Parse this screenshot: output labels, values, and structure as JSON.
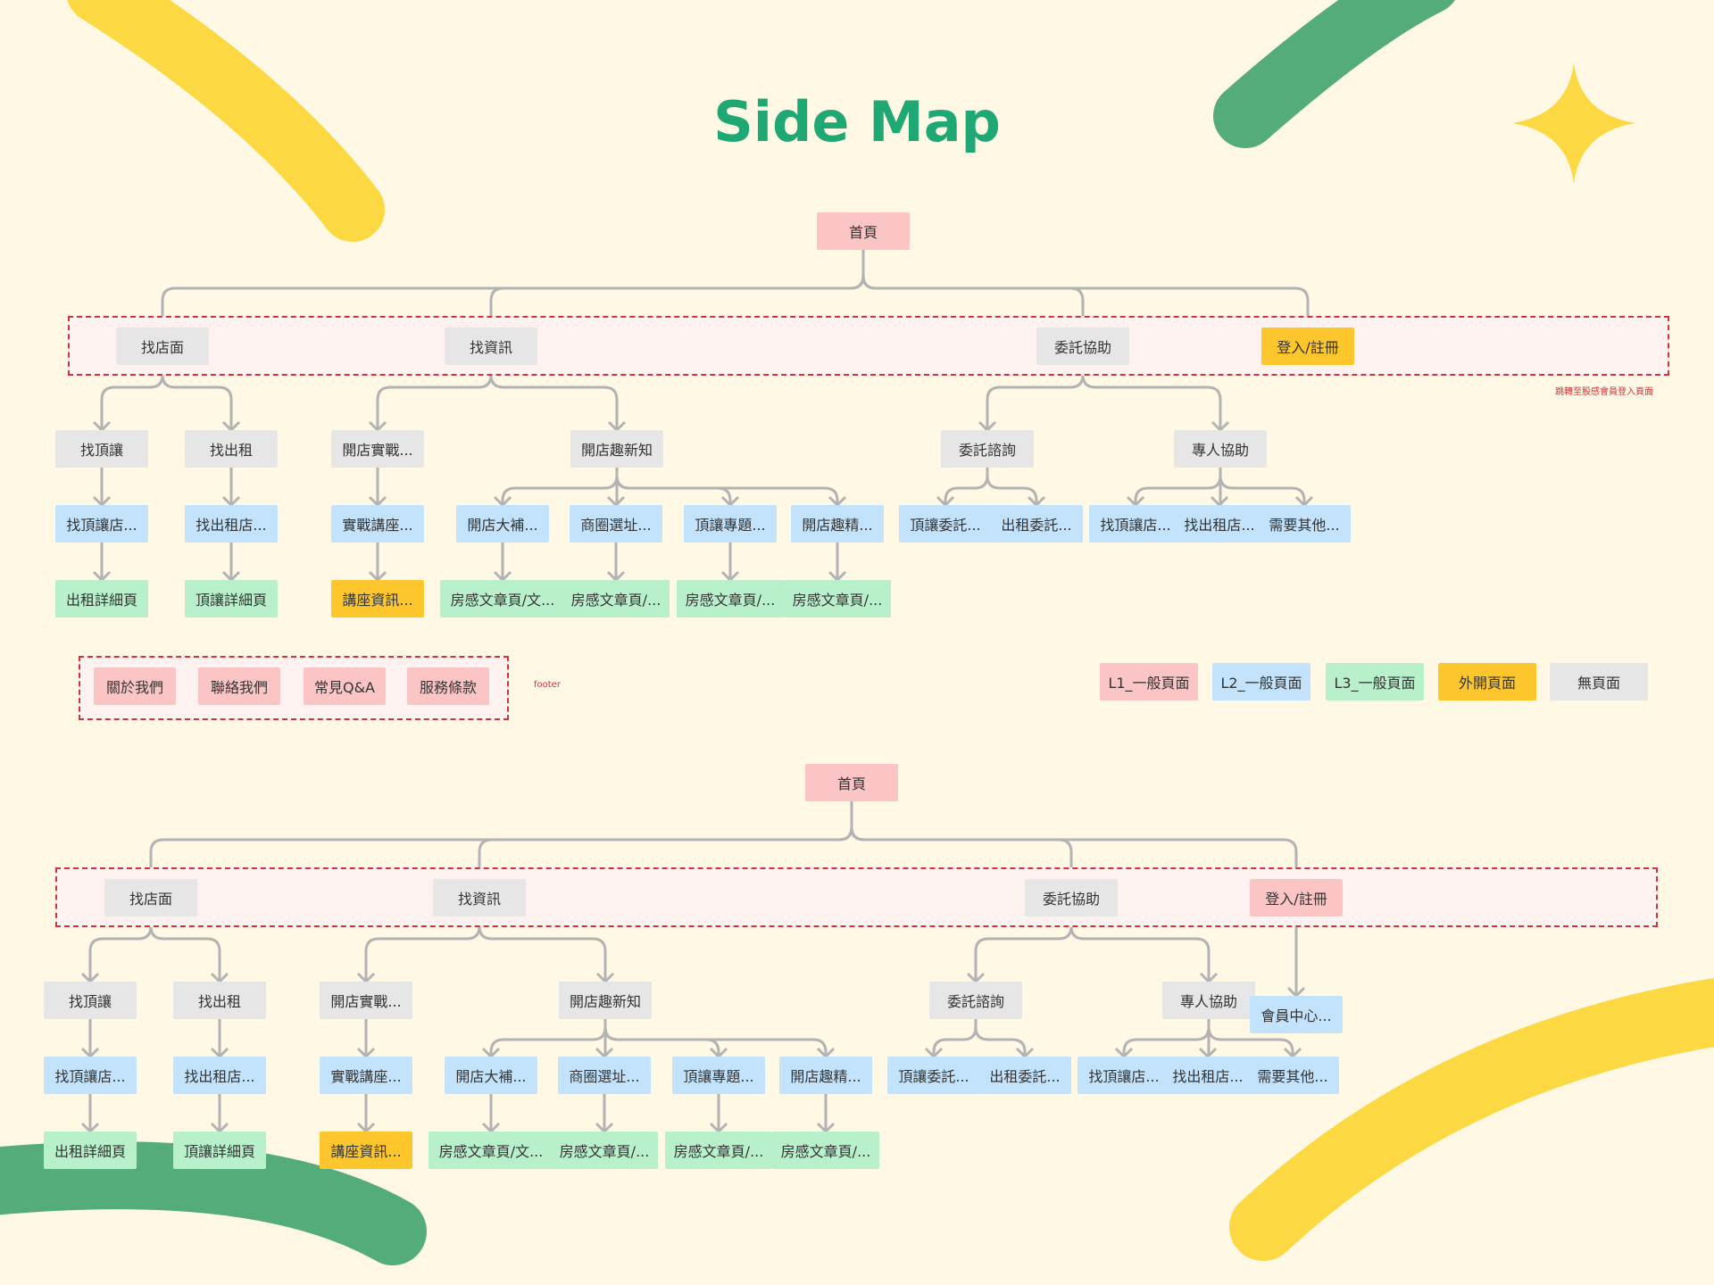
{
  "title": "Side Map",
  "login_note": "跳轉至股感會員登入頁面",
  "footer_label": "footer",
  "legend": [
    {
      "label": "L1_一般頁面",
      "level": "l1"
    },
    {
      "label": "L2_一般頁面",
      "level": "l2"
    },
    {
      "label": "L3_一般頁面",
      "level": "l3"
    },
    {
      "label": "外開頁面",
      "level": "ext"
    },
    {
      "label": "無頁面",
      "level": "none"
    }
  ],
  "footer_links": [
    "關於我們",
    "聯絡我們",
    "常見Q&A",
    "服務條款"
  ],
  "colors": {
    "l1": "#fbc5c5",
    "l2": "#c2e3fb",
    "l3": "#b8f0cc",
    "ext": "#fcc62c",
    "none": "#e6e6e6",
    "title": "#1fa874",
    "band_border": "#d0333a"
  },
  "maps": [
    {
      "home": "首頁",
      "nav": [
        "找店面",
        "找資訊",
        "委託協助",
        "登入/註冊"
      ],
      "login_child": "",
      "sections": [
        "找頂讓",
        "找出租",
        "開店實戰...",
        "開店趣新知",
        "委託諮詢",
        "專人協助"
      ],
      "items_l2": [
        "找頂讓店...",
        "找出租店...",
        "實戰講座...",
        "開店大補...",
        "商圈選址...",
        "頂讓專題...",
        "開店趣精...",
        "頂讓委託...",
        "出租委託...",
        "找頂讓店...",
        "找出租店...",
        "需要其他..."
      ],
      "items_l3": [
        "出租詳細頁",
        "頂讓詳細頁",
        "講座資訊...",
        "房感文章頁/文...",
        "房感文章頁/...",
        "房感文章頁/...",
        "房感文章頁/..."
      ]
    },
    {
      "home": "首頁",
      "nav": [
        "找店面",
        "找資訊",
        "委託協助",
        "登入/註冊"
      ],
      "login_child": "會員中心...",
      "sections": [
        "找頂讓",
        "找出租",
        "開店實戰...",
        "開店趣新知",
        "委託諮詢",
        "專人協助"
      ],
      "items_l2": [
        "找頂讓店...",
        "找出租店...",
        "實戰講座...",
        "開店大補...",
        "商圈選址...",
        "頂讓專題...",
        "開店趣精...",
        "頂讓委託...",
        "出租委託...",
        "找頂讓店...",
        "找出租店...",
        "需要其他..."
      ],
      "items_l3": [
        "出租詳細頁",
        "頂讓詳細頁",
        "講座資訊...",
        "房感文章頁/文...",
        "房感文章頁/...",
        "房感文章頁/...",
        "房感文章頁/..."
      ]
    }
  ]
}
